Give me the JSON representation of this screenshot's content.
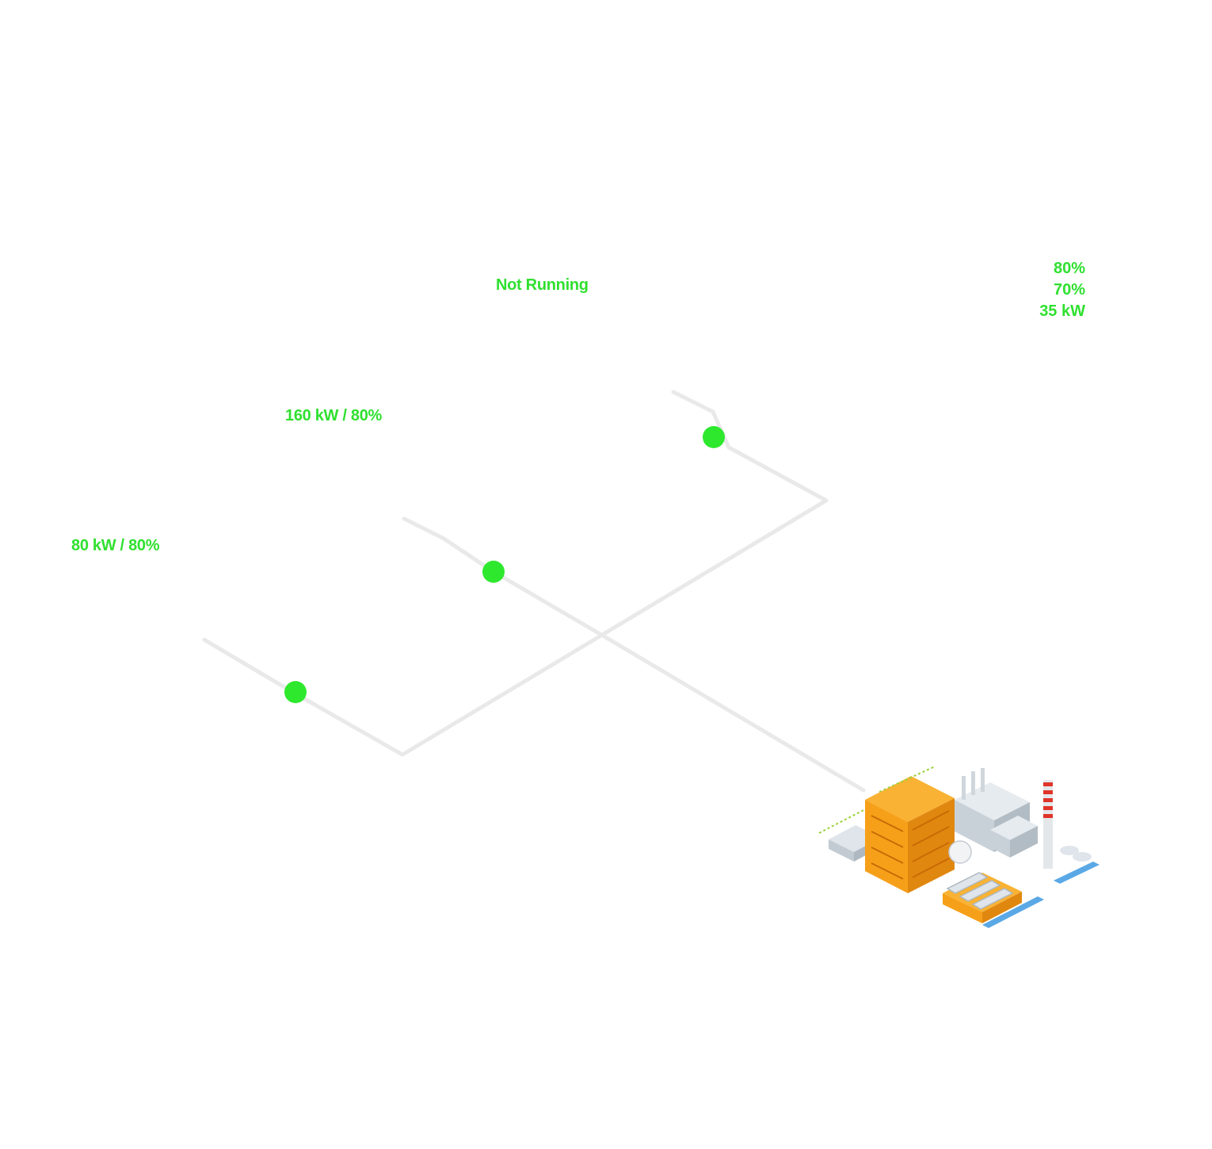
{
  "generators": [
    {
      "label": "80 kW / 80%"
    },
    {
      "label": "160 kW / 80%"
    },
    {
      "label": "Not Running"
    }
  ],
  "plant_stats": [
    "80%",
    "70%",
    "35 kW"
  ],
  "colors": {
    "label_green": "#2fe02f",
    "status_dot": "#2ee82e",
    "generator_teal": "#1e9a8a",
    "engine_dark": "#2a2f33",
    "controller_screen": "#3ad43a",
    "cable": "#ececec",
    "factory_orange": "#f6a019"
  },
  "icons": [
    "generator-icon",
    "controller-panel-icon",
    "status-indicator-dot",
    "factory-icon"
  ]
}
